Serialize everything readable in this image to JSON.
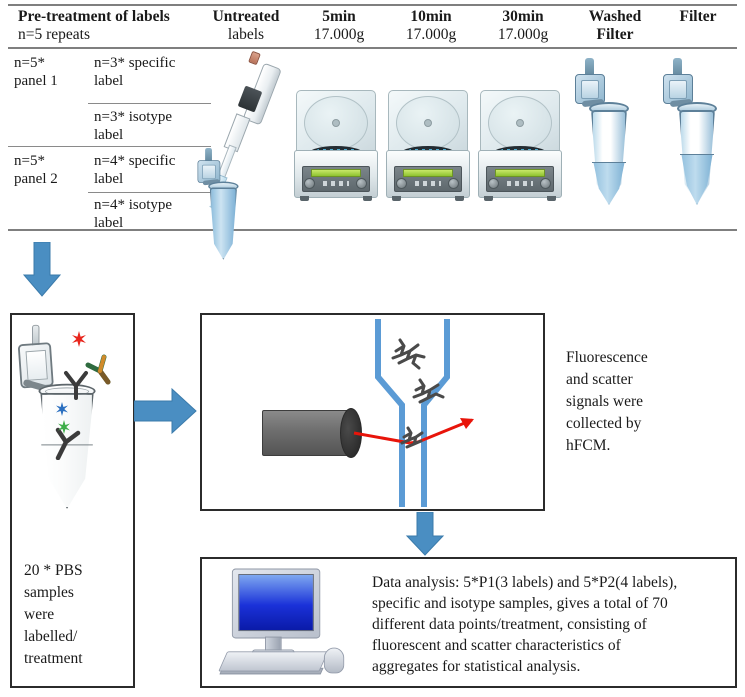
{
  "table": {
    "headers": [
      {
        "bold": "Pre-treatment of labels",
        "normal": "n=5 repeats"
      },
      {
        "bold": "Untreated",
        "normal": "labels"
      },
      {
        "bold": "5min",
        "normal": "17.000g"
      },
      {
        "bold": "10min",
        "normal": "17.000g"
      },
      {
        "bold": "30min",
        "normal": "17.000g"
      },
      {
        "bold": "Washed",
        "normal2": "Filter"
      },
      {
        "bold": "Filter",
        "normal": ""
      }
    ],
    "panel1": {
      "n": "n=5*",
      "label": "panel 1"
    },
    "panel2": {
      "n": "n=5*",
      "label": "panel 2"
    },
    "rows": [
      "n=3* specific label",
      "n=3* isotype label",
      "n=4* specific label",
      "n=4* isotype label"
    ],
    "row_lines": [
      {
        "l1": "n=3* specific",
        "l2": "label"
      },
      {
        "l1": "n=3* isotype",
        "l2": "label"
      },
      {
        "l1": "n=4* specific",
        "l2": "label"
      },
      {
        "l1": "n=4* isotype",
        "l2": "label"
      }
    ]
  },
  "panels": {
    "labelling": {
      "text": "20 * PBS samples were labelled/ treatment",
      "lines": [
        "20 * PBS",
        "samples",
        "were",
        "labelled/",
        "treatment"
      ]
    },
    "cytometry": {
      "text": "Fluorescence and scatter signals were collected by hFCM.",
      "lines": [
        "Fluorescence",
        "and scatter",
        "signals were",
        "collected by",
        "hFCM."
      ]
    },
    "analysis": {
      "text": "Data analysis: 5*P1(3 labels) and 5*P2(4 labels), specific and isotype samples, gives a total of 70 different data points/treatment, consisting of fluorescent and scatter characteristics of aggregates for statistical analysis.",
      "lines": [
        "Data analysis: 5*P1(3 labels) and 5*P2(4 labels),",
        "specific and isotype samples, gives a total of 70",
        "different data points/treatment, consisting of",
        "fluorescent and scatter characteristics of",
        "aggregates for statistical analysis."
      ]
    }
  },
  "colors": {
    "arrow_blue": "#4a8ec2",
    "arrow_blue_dark": "#3b7bab",
    "flow_channel_blue": "#5b9bd5",
    "laser_beam_red": "#e8140a",
    "laser_body_gray": "#6e6e6e",
    "aggregate_gray": "#4a4a4a",
    "screen_blue": "#1a31d8",
    "rule_gray": "#7f7f7f",
    "panel_border": "#2b2b2b"
  },
  "icons": {
    "centrifuge": "centrifuge-icon",
    "pipette": "pipette-icon",
    "eppendorf_tube": "eppendorf-tube-icon",
    "filter_tube": "filter-tube-icon",
    "antibody": "antibody-icon",
    "fluorophore": "fluorophore-star-icon",
    "computer": "computer-icon",
    "laser": "laser-icon",
    "aggregate": "aggregate-icon",
    "arrow_down": "arrow-down-icon",
    "arrow_right": "arrow-right-icon"
  }
}
